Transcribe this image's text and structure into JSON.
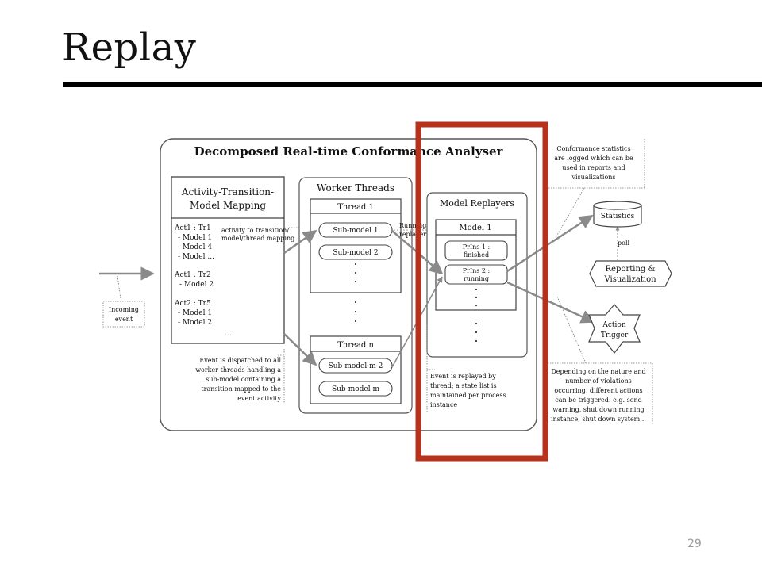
{
  "slide": {
    "title": "Replay",
    "page_number": "29"
  },
  "diagram": {
    "main_title": "Decomposed Real-time Conformance Analyser",
    "mapping": {
      "title_lines": [
        "Activity-Transition-",
        "Model Mapping"
      ],
      "list_lines": [
        "Act1 : Tr1",
        "- Model 1",
        "- Model 4",
        "- Model ...",
        "Act1 : Tr2",
        "- Model 2",
        "Act2 : Tr5",
        "- Model 1",
        "- Model 2"
      ],
      "ellipsis": "..."
    },
    "incoming_event": {
      "lines": [
        "Incoming",
        "event"
      ]
    },
    "mapping_label_lines": [
      "activity to transition/",
      "model/thread mapping"
    ],
    "dispatch_note_lines": [
      "Event is dispatched to all",
      "worker threads handling a",
      "sub-model containing a",
      "transition mapped to the",
      "event activity"
    ],
    "worker_threads": {
      "title": "Worker Threads",
      "thread1": {
        "title": "Thread 1",
        "models": [
          "Sub-model 1",
          "Sub-model 2"
        ]
      },
      "threadn": {
        "title": "Thread n",
        "models": [
          "Sub-model m-2",
          "Sub-model m"
        ]
      }
    },
    "running_replayers_lines": [
      "Running",
      "replayers"
    ],
    "model_replayers": {
      "title": "Model Replayers",
      "model1": {
        "title": "Model 1",
        "instances": [
          {
            "lines": [
              "PrIns 1 :",
              "finished"
            ]
          },
          {
            "lines": [
              "PrIns 2 :",
              "running"
            ]
          }
        ]
      }
    },
    "replay_note_lines": [
      "Event is replayed by",
      "thread; a state list is",
      "maintained per process",
      "instance"
    ],
    "stats_note_lines": [
      "Conformance statistics",
      "are logged which can be",
      "used in reports and",
      "visualizations"
    ],
    "statistics_label": "Statistics",
    "poll_label": "poll",
    "reporting_lines": [
      "Reporting &",
      "Visualization"
    ],
    "action_trigger_lines": [
      "Action",
      "Trigger"
    ],
    "violations_note_lines": [
      "Depending on the nature and",
      "number of violations",
      "occurring, different actions",
      "can be triggered: e.g. send",
      "warning, shut down running",
      "instance, shut down system..."
    ]
  },
  "highlight": {
    "color": "#b8311b"
  },
  "colors": {
    "arrow": "#8a8a8a",
    "outline": "#444444"
  }
}
